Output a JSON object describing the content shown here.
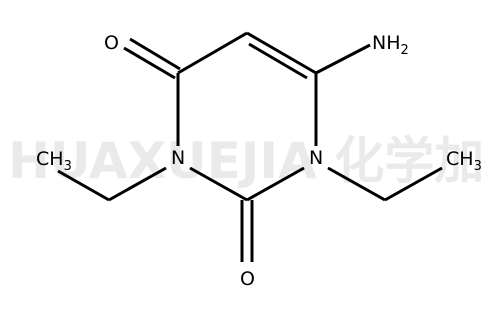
{
  "watermark": {
    "text": "HUAXUEJIA 化学加"
  },
  "molecule": {
    "atoms": {
      "oxygen_top": {
        "element": "O",
        "label": "O"
      },
      "amine": {
        "element": "N",
        "label": "NH",
        "subscript": "2"
      },
      "nitrogen_3": {
        "element": "N",
        "label": "N"
      },
      "nitrogen_1": {
        "element": "N",
        "label": "N"
      },
      "methyl_left": {
        "element": "C",
        "label": "CH",
        "subscript": "3"
      },
      "methyl_right": {
        "element": "C",
        "label": "CH",
        "subscript": "3"
      },
      "oxygen_bottom": {
        "element": "O",
        "label": "O"
      }
    },
    "colors": {
      "bond": "#000000",
      "label": "#000000",
      "watermark": "#d9d9d9"
    }
  }
}
